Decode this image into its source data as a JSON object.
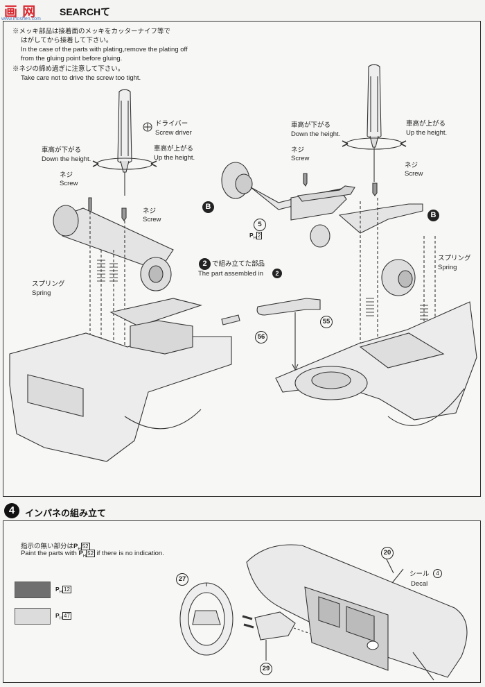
{
  "header": {
    "watermark": "画 网",
    "watermark_sub": "www.moshen.com",
    "title": "SEARCHて"
  },
  "step3": {
    "notes": {
      "jp1": "※メッキ部品は接着面のメッキをカッターナイフ等で",
      "jp1b": "はがしてから接着して下さい。",
      "en1a": "In the case of the parts with plating,remove the plating off",
      "en1b": "from the gluing point before gluing.",
      "jp2": "※ネジの締め過ぎに注意して下さい。",
      "en2": "Take care not to drive the screw too tight."
    },
    "left": {
      "driver_jp": "ドライバー",
      "driver_en": "Screw driver",
      "down_jp": "車高が下がる",
      "down_en": "Down the height.",
      "up_jp": "車高が上がる",
      "up_en": "Up the height.",
      "screw1_jp": "ネジ",
      "screw1_en": "Screw",
      "screw2_jp": "ネジ",
      "screw2_en": "Screw",
      "assembled_num": "2",
      "assembled_jp": "で組み立てた部品",
      "assembled_en": "The part assembled in",
      "spring_jp": "スプリング",
      "spring_en": "Spring",
      "part56": "56",
      "part55": "55"
    },
    "right": {
      "down_jp": "車高が下がる",
      "down_en": "Down the height.",
      "up_jp": "車高が上がる",
      "up_en": "Up the height.",
      "screw_a_jp": "ネジ",
      "screw_a_en": "Screw",
      "screw_b_jp": "ネジ",
      "screw_b_en": "Screw",
      "part5": "5",
      "part5_paint_prefix": "P",
      "part5_paint_sub": "H",
      "part5_paint_num": "2",
      "label_b": "B",
      "spring_jp": "スプリング",
      "spring_en": "Spring"
    }
  },
  "step4": {
    "number": "4",
    "title": "インパネの組み立て",
    "note_jp_prefix": "指示の無い部分は",
    "note_jp_paint": "52",
    "note_en_a": "Paint the parts with",
    "note_en_paint": "52",
    "note_en_b": "if there is no indication.",
    "swatches": [
      {
        "color": "#6f6f6f",
        "code": "12"
      },
      {
        "color": "#dcdcdc",
        "code": "47"
      }
    ],
    "part27": "27",
    "part29": "29",
    "part20": "20",
    "decal_jp": "シール",
    "decal_num": "4",
    "decal_en": "Decal"
  }
}
